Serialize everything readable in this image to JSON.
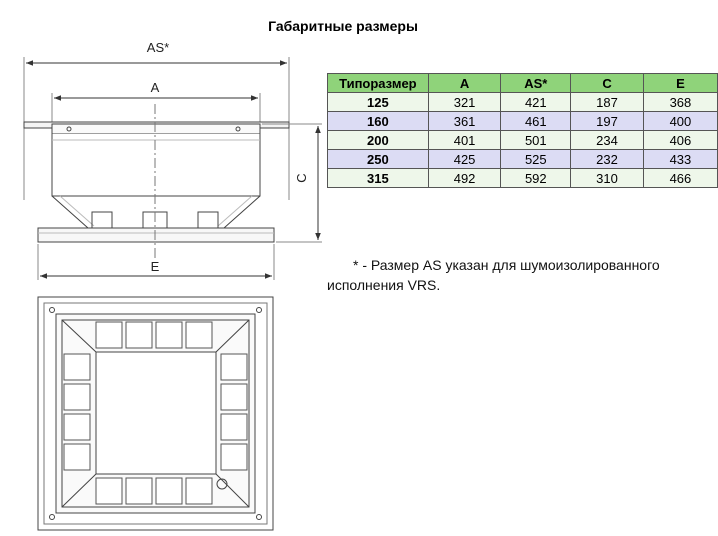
{
  "title": "Габаритные размеры",
  "dimensions": {
    "as": "AS*",
    "a": "A",
    "c": "C",
    "e": "E"
  },
  "table": {
    "headers": [
      "Типоразмер",
      "A",
      "AS*",
      "C",
      "E"
    ],
    "rows": [
      [
        "125",
        "321",
        "421",
        "187",
        "368"
      ],
      [
        "160",
        "361",
        "461",
        "197",
        "400"
      ],
      [
        "200",
        "401",
        "501",
        "234",
        "406"
      ],
      [
        "250",
        "425",
        "525",
        "232",
        "433"
      ],
      [
        "315",
        "492",
        "592",
        "310",
        "466"
      ]
    ],
    "colors": {
      "header": "#8fd37a",
      "row_alt": "#dcdcf4",
      "row_plain": "#eef7ea"
    }
  },
  "note": {
    "line1": "* - Размер AS указан для шумоизолированного",
    "line2": "исполнения VRS."
  }
}
